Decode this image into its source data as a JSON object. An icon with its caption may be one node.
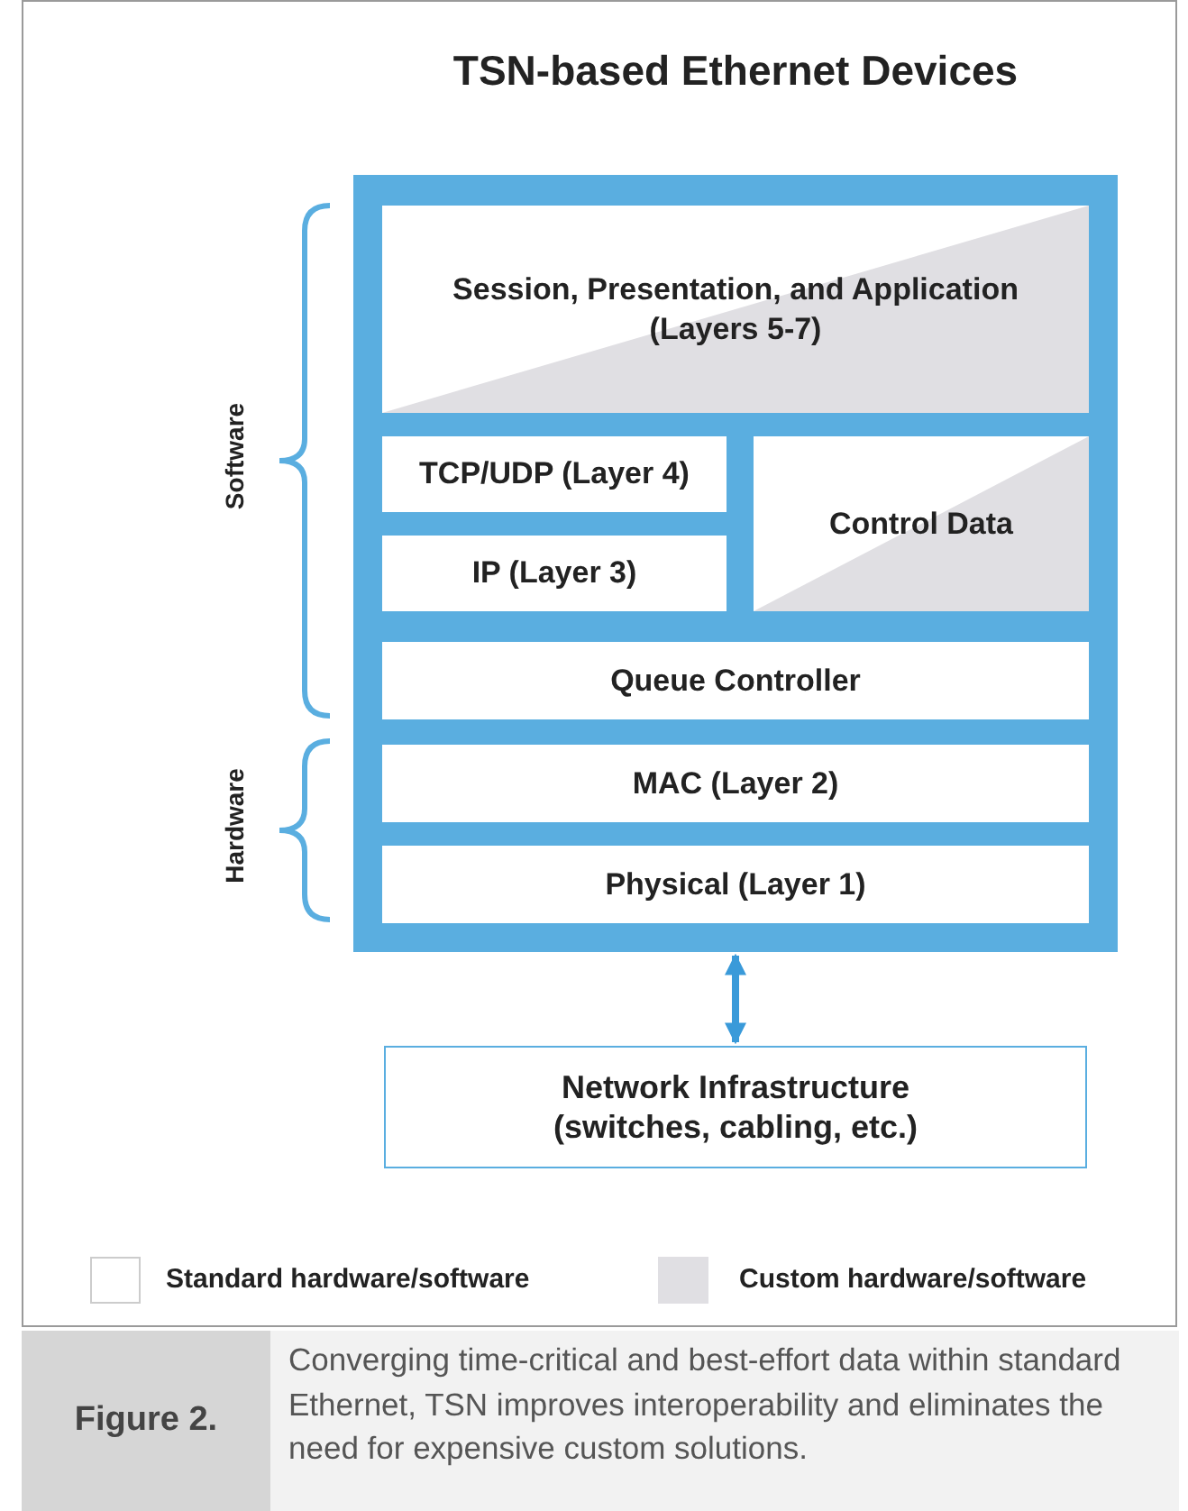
{
  "diagram": {
    "title": "TSN-based Ethernet Devices",
    "caption": "Converging time-critical and best-effort data within standard Ethernet, TSN improves interoperability and eliminates the need for expensive custom solutions.",
    "nodes": [
      {
        "text": [],
        "shape": "box"
      },
      {
        "text": [
          "Session, Presentation, and Application (Layers 5-7)"
        ],
        "in": 0
      },
      {
        "text": [
          "TCP/UDP (Layer 4)"
        ],
        "in": 0
      },
      {
        "text": [
          "Control Data"
        ],
        "in": 0
      },
      {
        "text": [
          "IP (Layer 3)"
        ],
        "in": 0
      },
      {
        "text": [
          "Queue Controller"
        ],
        "in": 0
      },
      {
        "text": [
          "MAC (Layer 2)"
        ],
        "in": 0
      },
      {
        "text": [
          "Physical (Layer 1)"
        ],
        "in": 0
      },
      {
        "text": [
          "Network Infrastructure (switches, cabling, etc.)"
        ]
      }
    ],
    "edges": [
      {
        "from": 0,
        "to": 8,
        "arrow": "both"
      }
    ],
    "labels": [
      "Software",
      "Hardware",
      "Figure 2."
    ],
    "legend": [
      {
        "text": "Standard hardware/software",
        "color": "#ffffff"
      },
      {
        "text": "Custom hardware/software",
        "color": "#e0dfe3"
      }
    ]
  }
}
